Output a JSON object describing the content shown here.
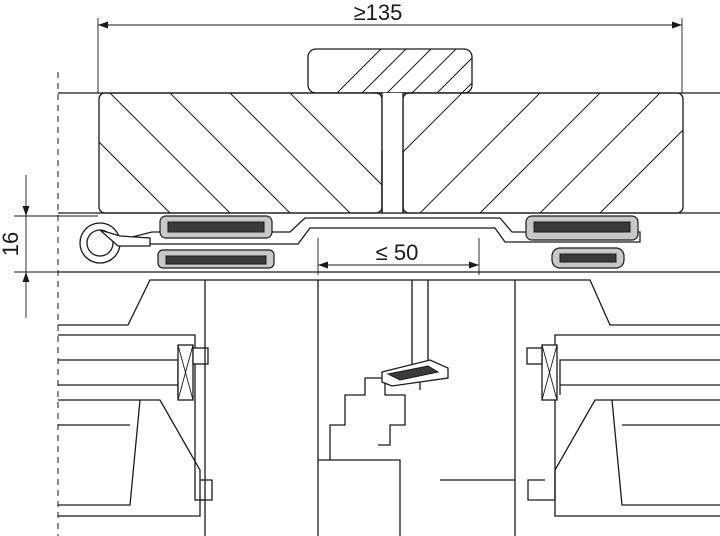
{
  "dimensions": {
    "overall_width": "≥135",
    "opening_width": "≤ 50",
    "thickness": "16"
  }
}
